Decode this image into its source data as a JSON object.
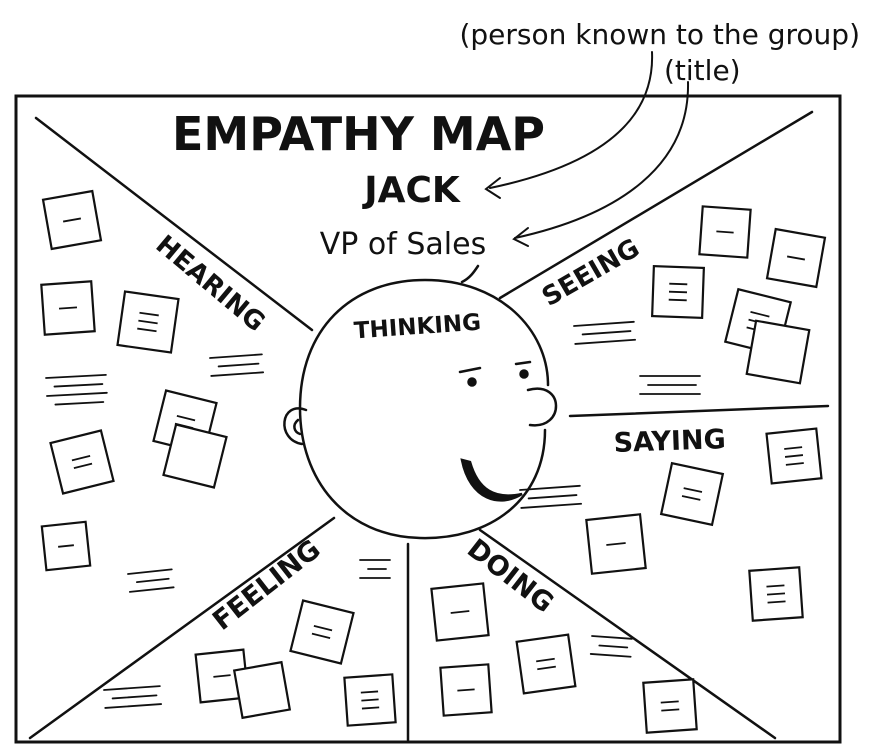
{
  "title": "EMPATHY MAP",
  "person": {
    "name": "JACK",
    "role": "VP of Sales"
  },
  "annotations": {
    "person_note": "(person known to the group)",
    "title_note": "(title)"
  },
  "sections": {
    "thinking": "THINKING",
    "hearing": "HEARING",
    "seeing": "SEEING",
    "saying": "SAYING",
    "feeling": "FEELING",
    "doing": "DOING"
  },
  "colors": {
    "ink": "#111111",
    "paper": "#ffffff",
    "sticky": "#ffffff"
  },
  "icons": {
    "head": "face-head-icon",
    "sticky": "sticky-note-icon"
  }
}
